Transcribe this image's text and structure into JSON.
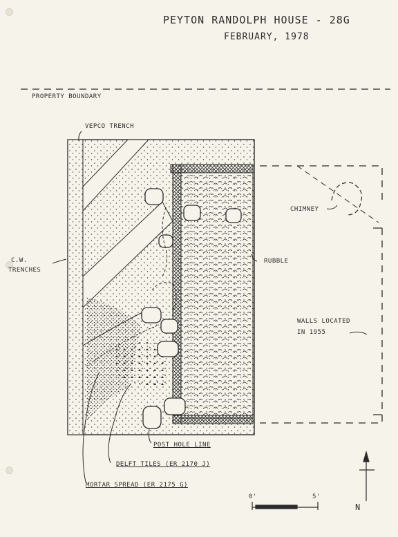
{
  "header": {
    "title": "PEYTON RANDOLPH HOUSE - 28G",
    "date": "FEBRUARY, 1978"
  },
  "labels": {
    "property_boundary": "PROPERTY BOUNDARY",
    "vepco_trench": "VEPCO TRENCH",
    "cw_trenches_line1": "C.W.",
    "cw_trenches_line2": "TRENCHES",
    "chimney": "CHIMNEY",
    "rubble": "RUBBLE",
    "walls_located_line1": "WALLS LOCATED",
    "walls_located_line2": "IN 1955",
    "post_hole_line": "POST HOLE LINE",
    "delft_tiles": "DELFT TILES (ER 2170 J)",
    "mortar_spread": "MORTAR SPREAD (ER 2175 G)"
  },
  "scale": {
    "start": "0'",
    "end": "5'"
  },
  "north_arrow": {
    "label": "N"
  },
  "colors": {
    "paper": "#f6f3ea",
    "ink": "#2b2b2b"
  }
}
